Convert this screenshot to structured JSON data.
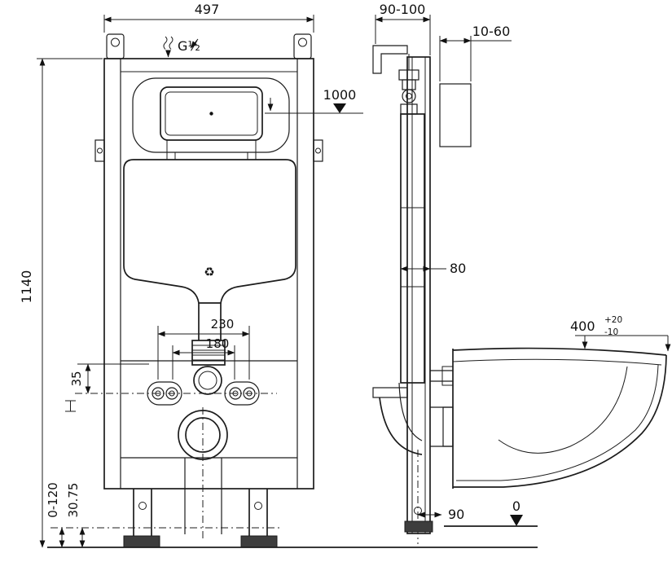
{
  "labels": {
    "width_top": "497",
    "frame_height": "1140",
    "plate_height": "1000",
    "inlet": "G½",
    "bolt_span_outer": "230",
    "bolt_span_inner": "180",
    "bolt_offset": "35",
    "leg_adjust": "0-120",
    "foot_offset": "30.75",
    "depth_top": "90-100",
    "wall_gap": "10-60",
    "tank_depth": "80",
    "drain_offset": "90",
    "floor_level": "0",
    "rim_height": "400",
    "rim_tol_plus": "+20",
    "rim_tol_minus": "-10"
  },
  "colors": {
    "line": "#1c1c1c",
    "background": "#ffffff"
  }
}
